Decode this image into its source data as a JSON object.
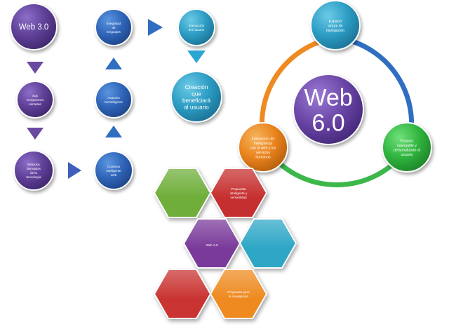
{
  "flow_nodes": [
    {
      "id": "web30",
      "text": "Web 3.0"
    },
    {
      "id": "n2",
      "text": "Sus\nrecepciones\nversatas"
    },
    {
      "id": "n3",
      "text": "Métodos\nderivados\nde la\ntecnología"
    },
    {
      "id": "n4",
      "text": "Contexto\ninteligente\nweb"
    },
    {
      "id": "n5",
      "text": "Avances\ntecnológicos"
    },
    {
      "id": "n6",
      "text": "Integridad\nde\nlenguajes"
    },
    {
      "id": "n7",
      "text": "Interacción\ndel usuario"
    },
    {
      "id": "n8",
      "text": "Creación\nque\nbeneficiará\nal usuario"
    }
  ],
  "cycle": {
    "center": "Web\n6.0",
    "top": "Espacio\nvirtual de\nnavegación",
    "right": "Espacio\nnavegable y\npersonalizado al\nusuario",
    "left": "Interacción de\ninteligencia\ncon la web y los\nservicios\nhumanos"
  },
  "hexagons": [
    {
      "id": "h1",
      "text": "",
      "color": "#6fae3a"
    },
    {
      "id": "h2",
      "text": "Propuesta\ninteligente y\nversatilidad",
      "color": "#c62f2f"
    },
    {
      "id": "h3",
      "text": "Web 3.0",
      "color": "#7a3a9a"
    },
    {
      "id": "h4",
      "text": "",
      "color": "#2ea6c6"
    },
    {
      "id": "h5",
      "text": "",
      "color": "#c93432"
    },
    {
      "id": "h6",
      "text": "Propuesta para\nla navegación",
      "color": "#ee8a1f"
    }
  ],
  "colors": {
    "purple": "#6a4aa0",
    "blue": "#2f6ec0",
    "teal": "#2e9fc4",
    "orange": "#ee8a1f",
    "green": "#3cb84a",
    "arrow_purple": "#6a4aa0",
    "arrow_blue": "#2f6ec0",
    "arrow_teal": "#2aa6d2"
  }
}
